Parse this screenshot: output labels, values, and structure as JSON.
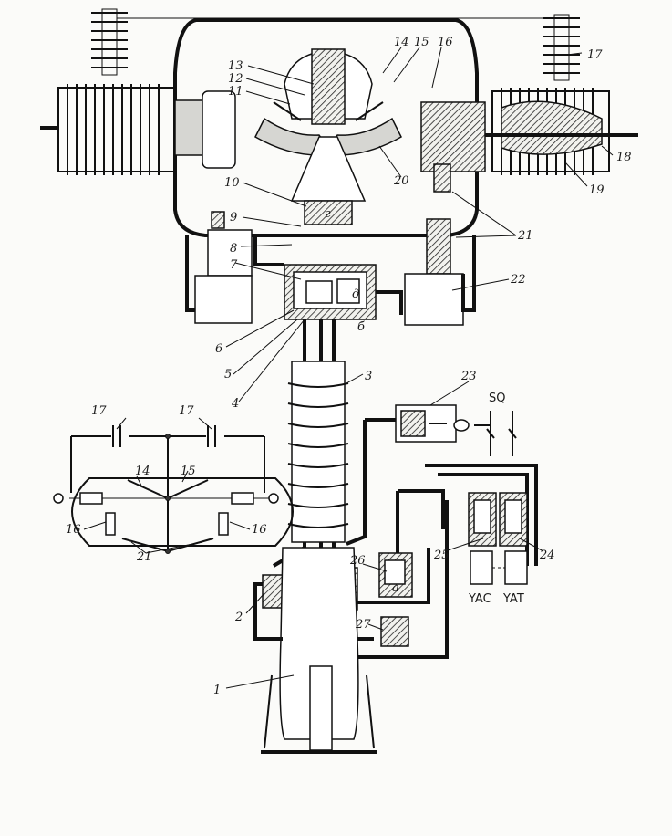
{
  "callouts": [
    {
      "text": "1"
    },
    {
      "text": "2"
    },
    {
      "text": "3"
    },
    {
      "text": "4"
    },
    {
      "text": "5"
    },
    {
      "text": "6"
    },
    {
      "text": "7"
    },
    {
      "text": "8"
    },
    {
      "text": "9"
    },
    {
      "text": "10"
    },
    {
      "text": "11"
    },
    {
      "text": "12"
    },
    {
      "text": "13"
    },
    {
      "text": "14"
    },
    {
      "text": "15"
    },
    {
      "text": "16"
    },
    {
      "text": "17"
    },
    {
      "text": "18"
    },
    {
      "text": "19"
    },
    {
      "text": "20"
    },
    {
      "text": "21"
    },
    {
      "text": "22"
    },
    {
      "text": "23"
    },
    {
      "text": "24"
    },
    {
      "text": "25"
    },
    {
      "text": "26"
    },
    {
      "text": "27"
    }
  ],
  "schematic_callouts": [
    {
      "text": "17"
    },
    {
      "text": "17"
    },
    {
      "text": "14"
    },
    {
      "text": "15"
    },
    {
      "text": "16"
    },
    {
      "text": "16"
    },
    {
      "text": "21"
    }
  ],
  "chamber_letters": {
    "g": "г",
    "d": "д",
    "b": "б",
    "a": "а"
  },
  "switch_label": "SQ",
  "coil_labels": {
    "close": "YAC",
    "trip": "YAT"
  }
}
